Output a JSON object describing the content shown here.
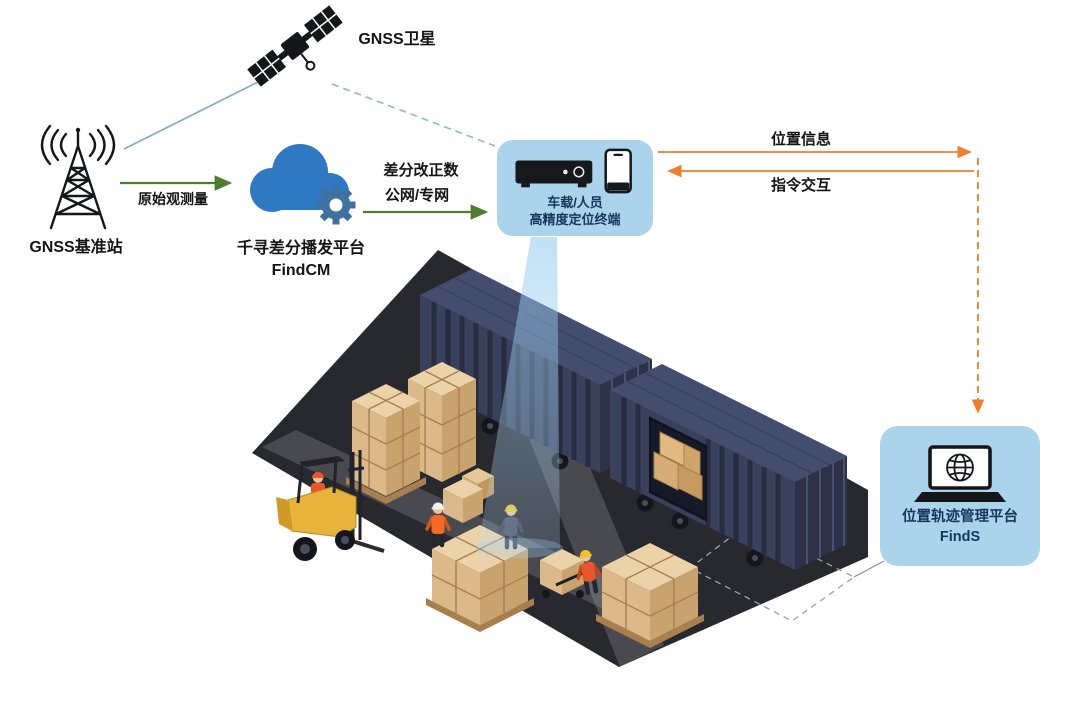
{
  "diagram": {
    "satellite": {
      "label": "GNSS卫星"
    },
    "base_station": {
      "label": "GNSS基准站"
    },
    "cloud_platform": {
      "name": "千寻差分播发平台",
      "product": "FindCM"
    },
    "terminal": {
      "line1": "车载/人员",
      "line2": "高精度定位终端"
    },
    "management_platform": {
      "name": "位置轨迹管理平台",
      "product": "FindS"
    },
    "flows": {
      "raw_observation": "原始观测量",
      "correction_data": "差分改正数",
      "network": "公网/专网",
      "position_info": "位置信息",
      "command_interaction": "指令交互"
    }
  },
  "icons": [
    "satellite-icon",
    "base-station-icon",
    "cloud-gear-icon",
    "receiver-device-icon",
    "smartphone-icon",
    "laptop-globe-icon"
  ],
  "colors": {
    "green_arrow": "#4e7d32",
    "orange_arrow": "#ed7d31",
    "blue_line": "#7aa7c7",
    "node_box_fill": "#abd3ec",
    "box_text": "#17365d",
    "cloud_blue": "#2f78c2",
    "container_navy": "#3a415c",
    "floor_dark": "#28282f",
    "carton_tan": "#dcb98a",
    "forklift_yellow": "#e8b33b"
  }
}
